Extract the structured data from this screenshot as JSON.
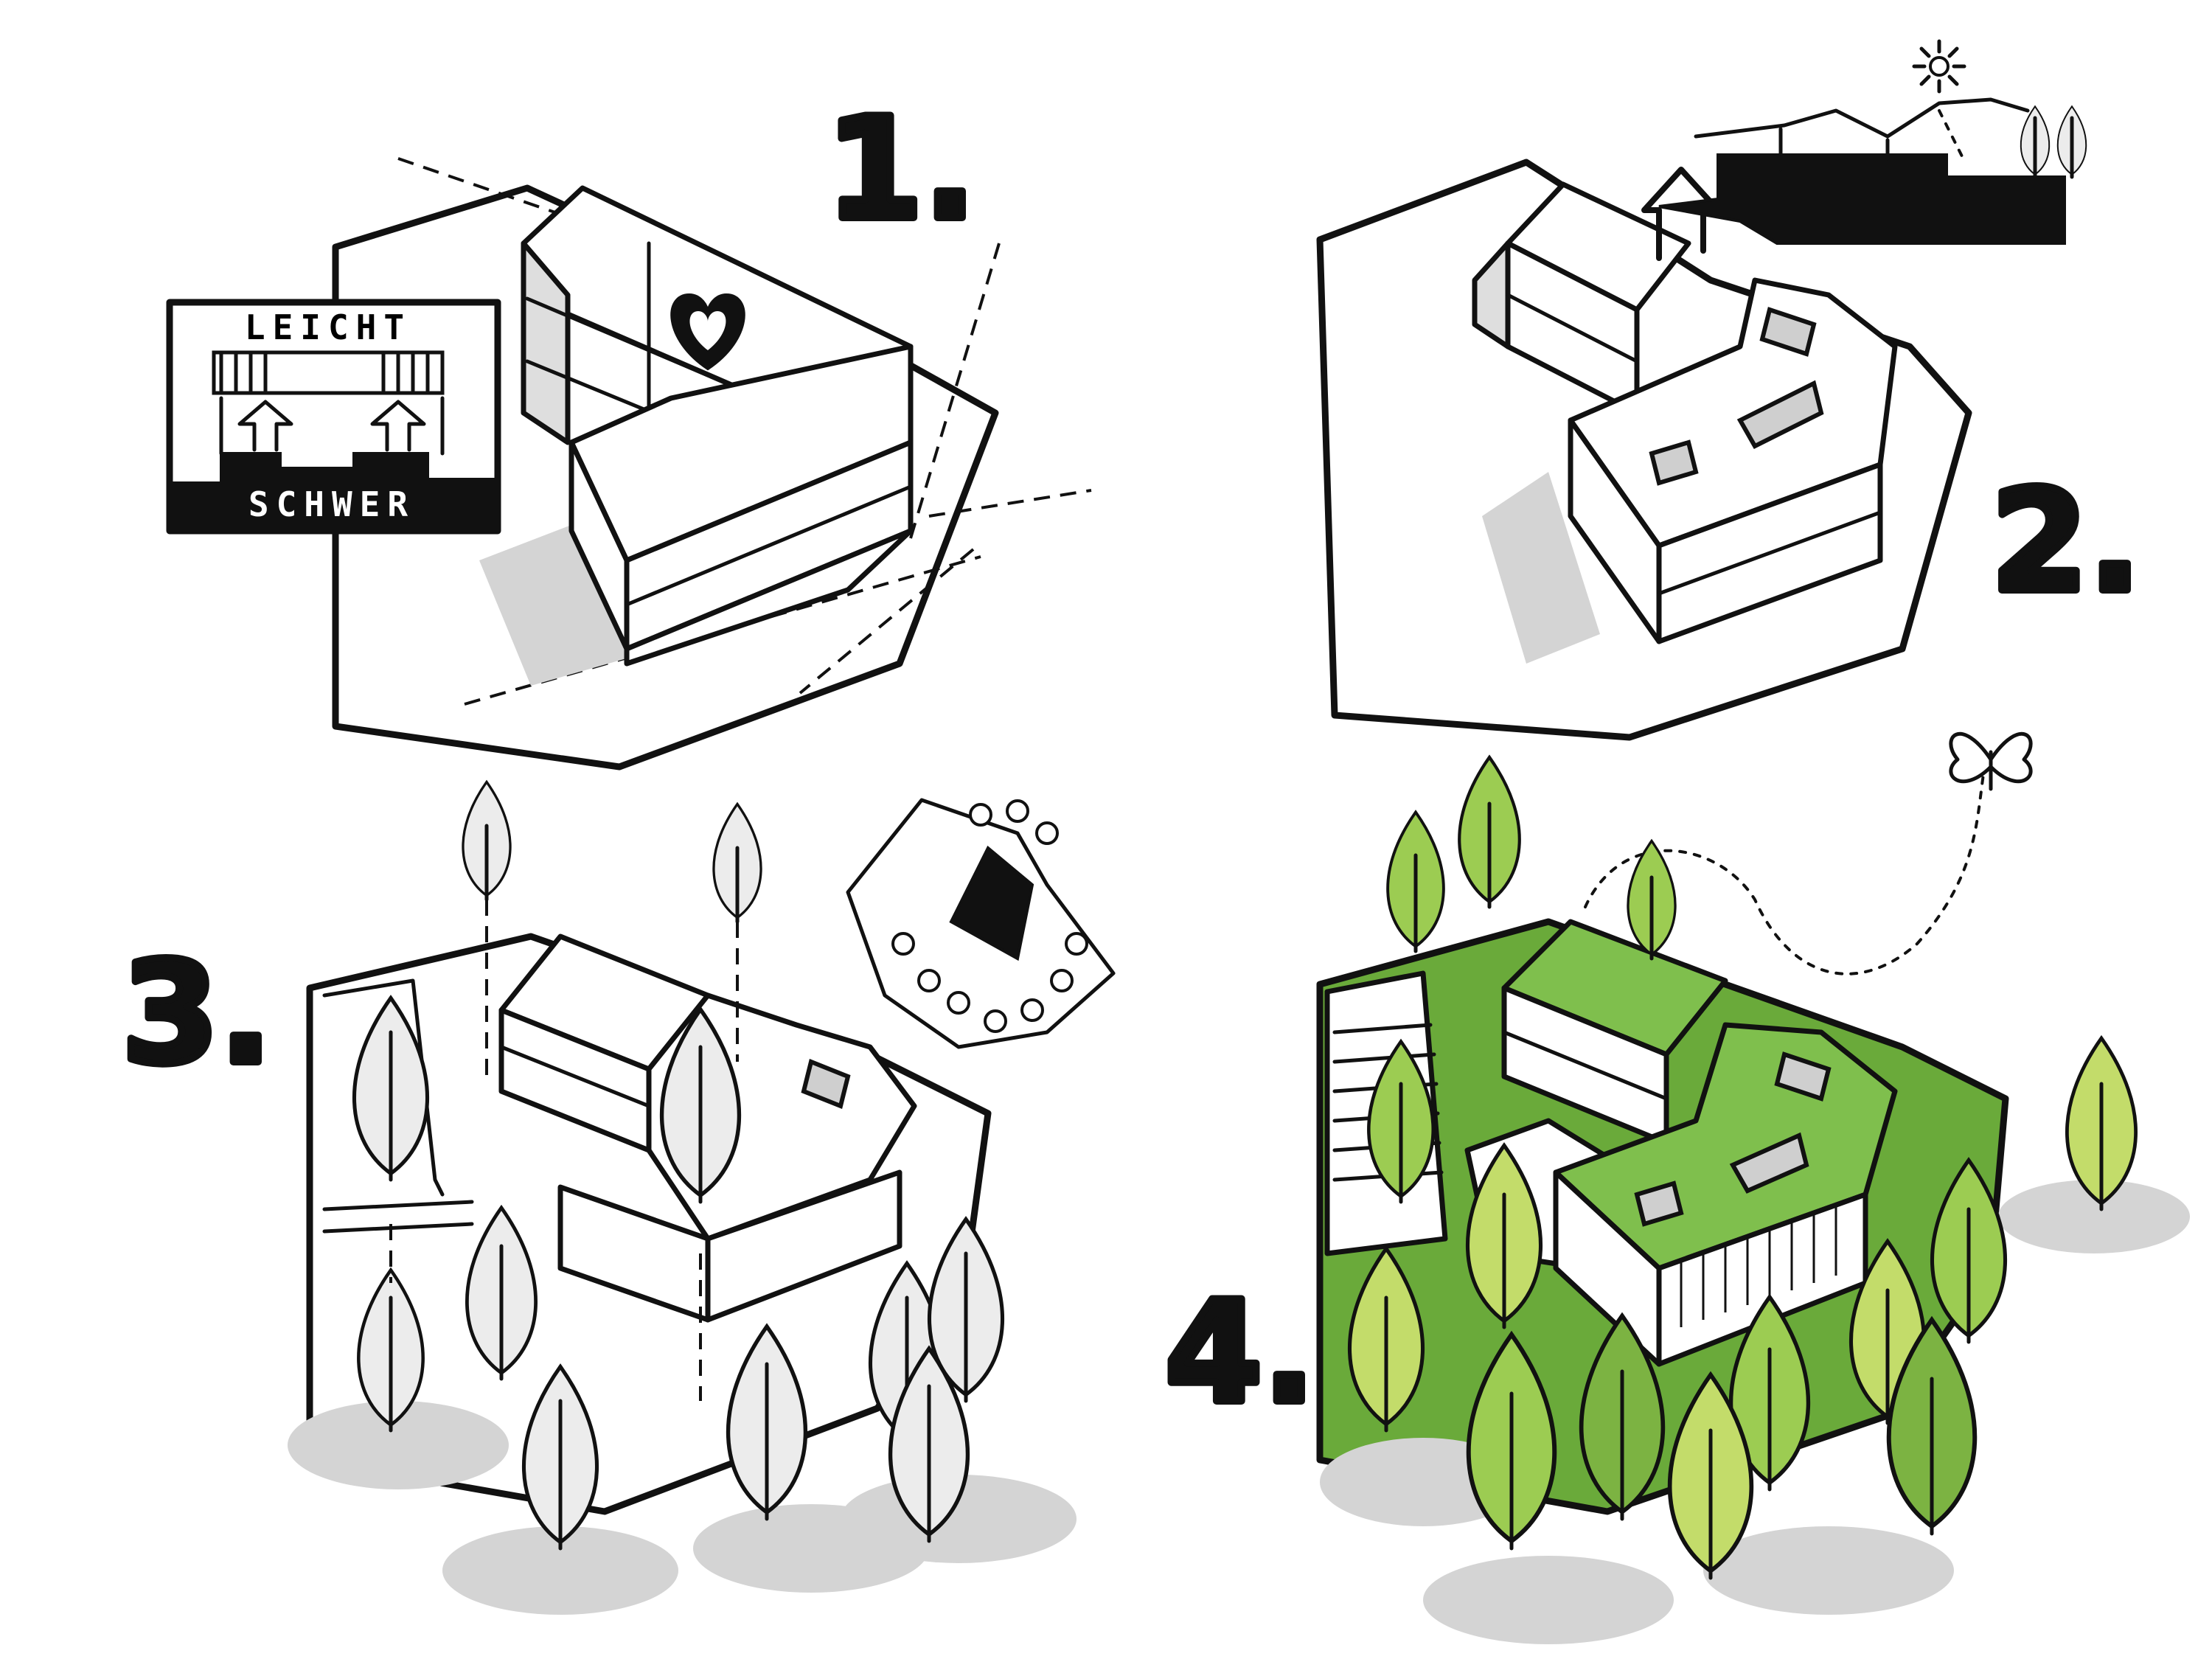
{
  "diagram": {
    "steps": [
      {
        "number": "1.",
        "callout_top": "LEICHT",
        "callout_bottom": "SCHWER"
      },
      {
        "number": "2."
      },
      {
        "number": "3."
      },
      {
        "number": "4."
      }
    ]
  },
  "colors": {
    "ink": "#111111",
    "shade": "#d4d4d4",
    "roof_green": "#7fbf4d",
    "leaf_green": "#9ccc52",
    "leaf_light_green": "#c3dc6a",
    "leaf_dark_green": "#7cb342",
    "ground_green": "#6aaa3a"
  },
  "icons": [
    "heart-icon",
    "sun-icon",
    "butterfly-icon",
    "arrow-up-icon",
    "tree-icon"
  ]
}
